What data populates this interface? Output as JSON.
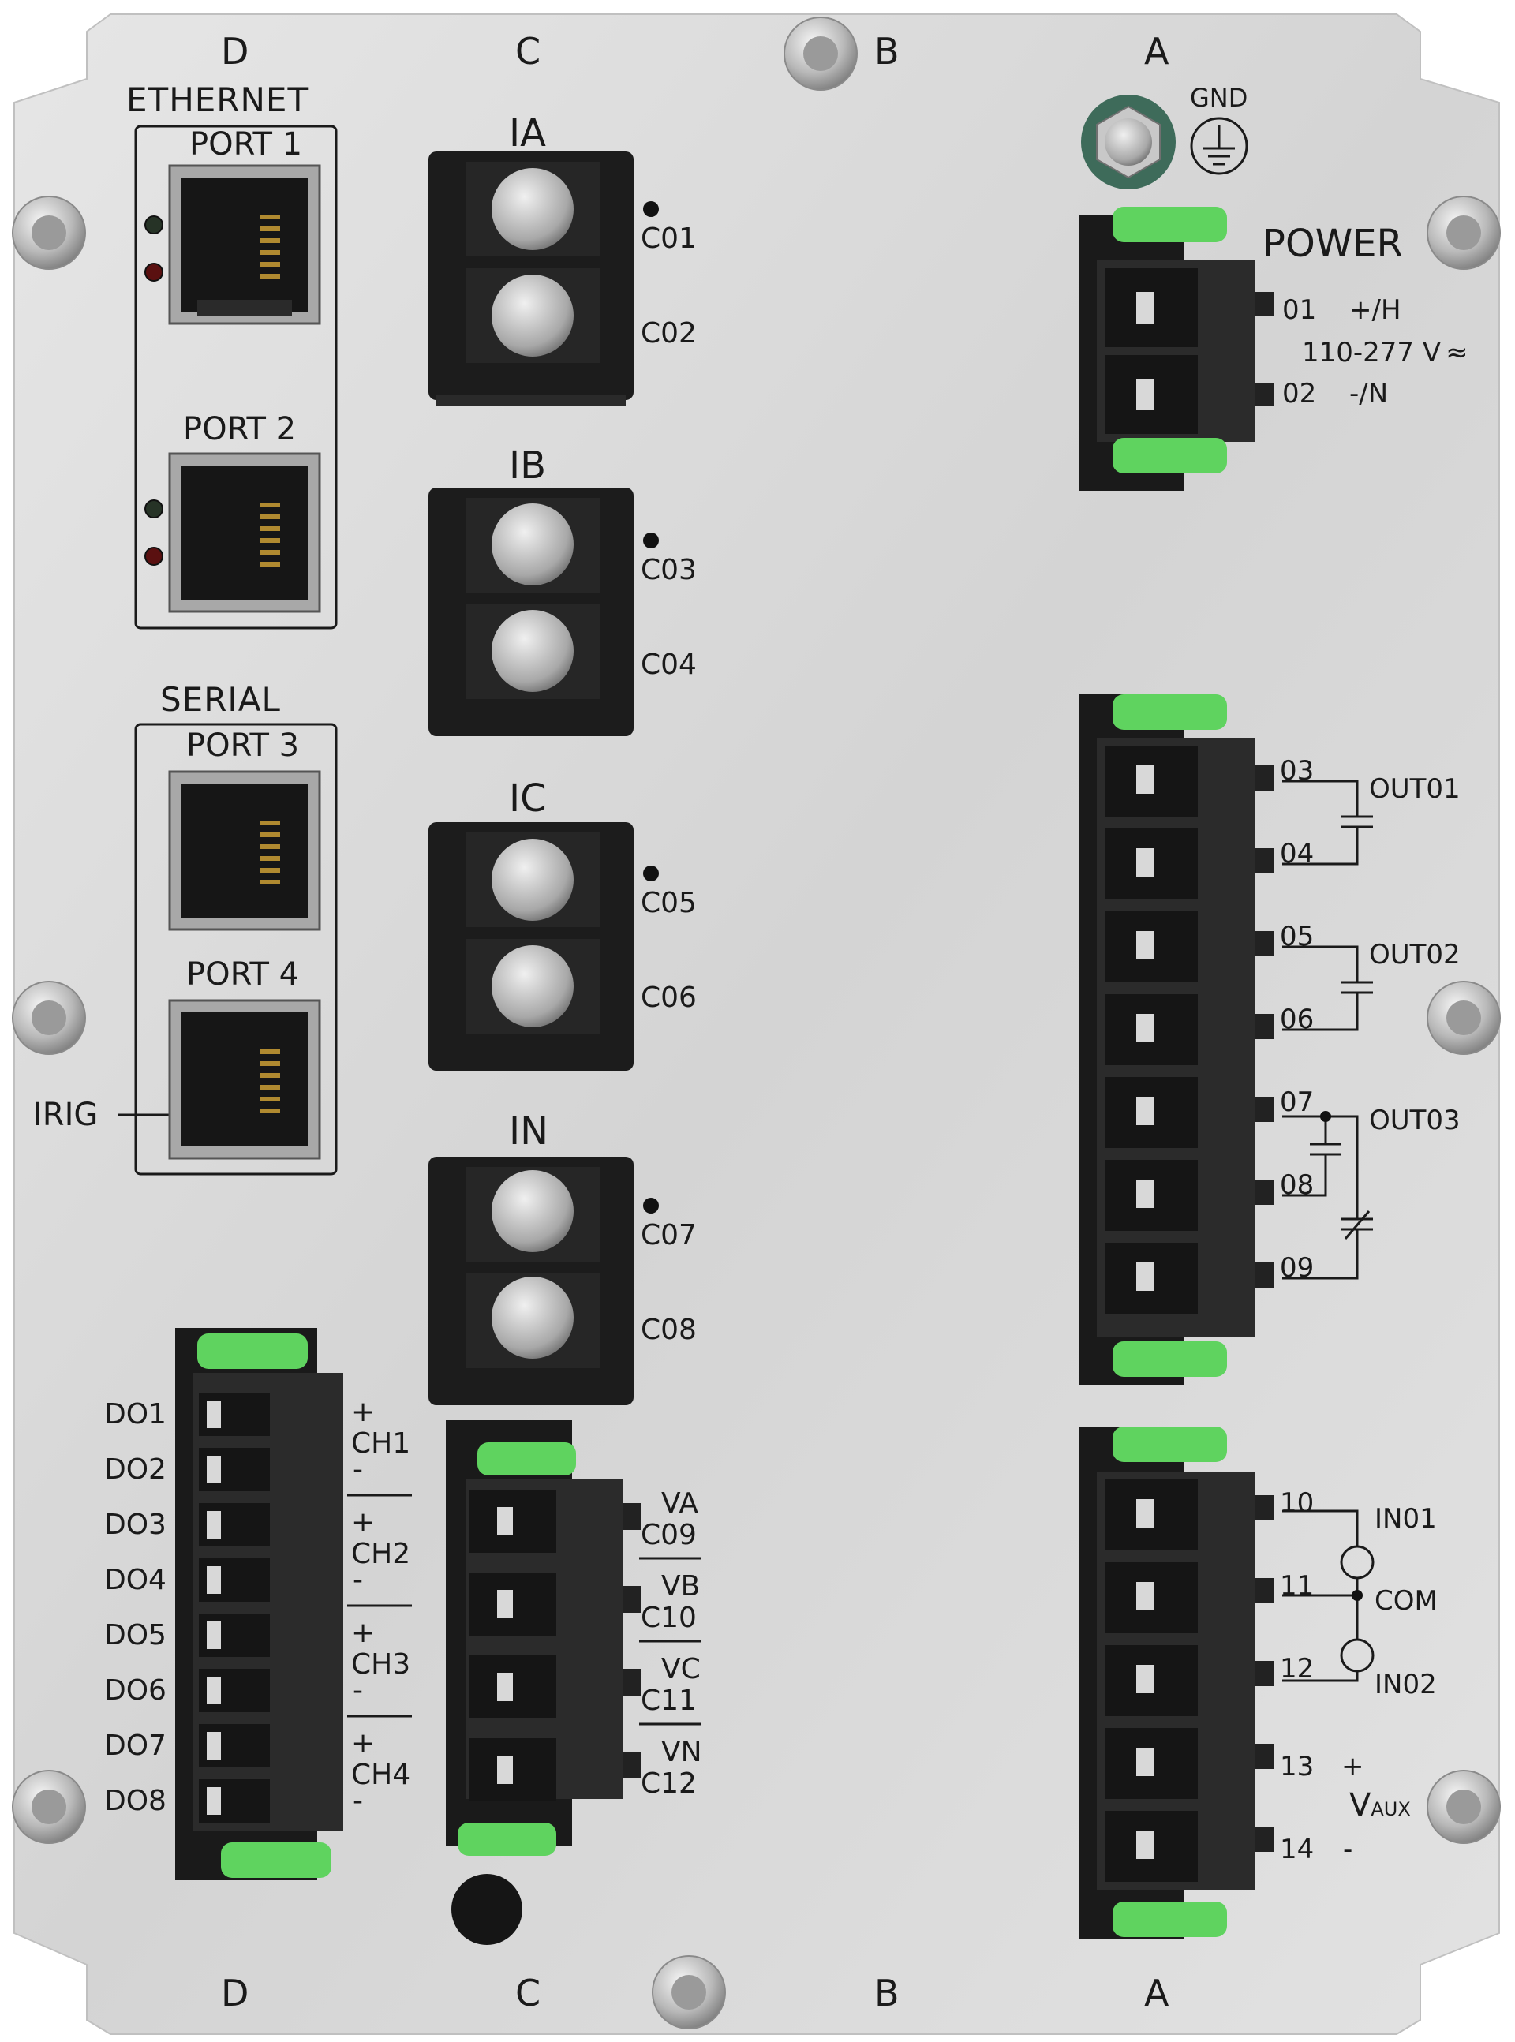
{
  "columns": {
    "d": "D",
    "c": "C",
    "b": "B",
    "a": "A"
  },
  "ethernet": {
    "title": "ETHERNET",
    "port1": "PORT 1",
    "port2": "PORT 2"
  },
  "serial": {
    "title": "SERIAL",
    "port3": "PORT 3",
    "port4": "PORT 4",
    "irig": "IRIG"
  },
  "currents": [
    {
      "name": "IA",
      "t1": "C01",
      "t2": "C02"
    },
    {
      "name": "IB",
      "t1": "C03",
      "t2": "C04"
    },
    {
      "name": "IC",
      "t1": "C05",
      "t2": "C06"
    },
    {
      "name": "IN",
      "t1": "C07",
      "t2": "C08"
    }
  ],
  "gnd": "GND",
  "power": {
    "title": "POWER",
    "t1": "01",
    "t1_label": "+/H",
    "range": "110-277 V",
    "t2": "02",
    "t2_label": "-/N"
  },
  "outputs": {
    "terminals": [
      "03",
      "04",
      "05",
      "06",
      "07",
      "08",
      "09"
    ],
    "labels": [
      "OUT01",
      "OUT02",
      "OUT03"
    ]
  },
  "inputs": {
    "terminals": [
      "10",
      "11",
      "12",
      "13",
      "14"
    ],
    "labels": [
      "IN01",
      "COM",
      "IN02"
    ],
    "plus": "+",
    "minus": "-",
    "vaux": "V",
    "vaux_sub": "AUX"
  },
  "do_terminals": [
    "DO1",
    "DO2",
    "DO3",
    "DO4",
    "DO5",
    "DO6",
    "DO7",
    "DO8"
  ],
  "channels": [
    {
      "name": "CH1",
      "plus": "+",
      "minus": "-"
    },
    {
      "name": "CH2",
      "plus": "+",
      "minus": "-"
    },
    {
      "name": "CH3",
      "plus": "+",
      "minus": "-"
    },
    {
      "name": "CH4",
      "plus": "+",
      "minus": "-"
    }
  ],
  "voltages": [
    {
      "name": "VA",
      "term": "C09"
    },
    {
      "name": "VB",
      "term": "C10"
    },
    {
      "name": "VC",
      "term": "C11"
    },
    {
      "name": "VN",
      "term": "C12"
    }
  ],
  "colors": {
    "panel": "#dcdcdc",
    "connector": "#1c1c1c",
    "latch": "#5fd35f",
    "led_green": "#2a3a2a",
    "led_red": "#5a1010"
  }
}
